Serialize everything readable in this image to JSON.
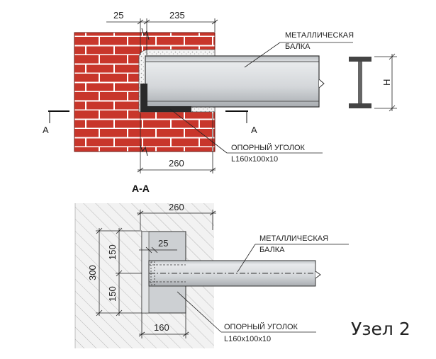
{
  "top_view": {
    "dim_left": "25",
    "dim_right": "235",
    "dim_bottom": "260",
    "section_marker_left": "А",
    "section_marker_right": "А",
    "beam_label_line1": "МЕТАЛЛИЧЕСКАЯ",
    "beam_label_line2": "БАЛКА",
    "angle_label_line1": "ОПОРНЫЙ УГОЛОК",
    "angle_label_line2": "L160x100x10",
    "height_label": "H"
  },
  "section_view": {
    "title": "А-А",
    "dim_top": "260",
    "dim_25": "25",
    "dim_height": "300",
    "dim_upper": "150",
    "dim_lower": "150",
    "dim_bottom": "160",
    "beam_label_line1": "МЕТАЛЛИЧЕСКАЯ",
    "beam_label_line2": "БАЛКА",
    "angle_label_line1": "ОПОРНЫЙ УГОЛОК",
    "angle_label_line2": "L160x100x10"
  },
  "node_label": "Узел 2",
  "colors": {
    "brick": "#c8362b",
    "mortar": "#ffffff",
    "beam": "#d9dcdf",
    "hatch_bg": "#efefef",
    "line": "#222222"
  }
}
